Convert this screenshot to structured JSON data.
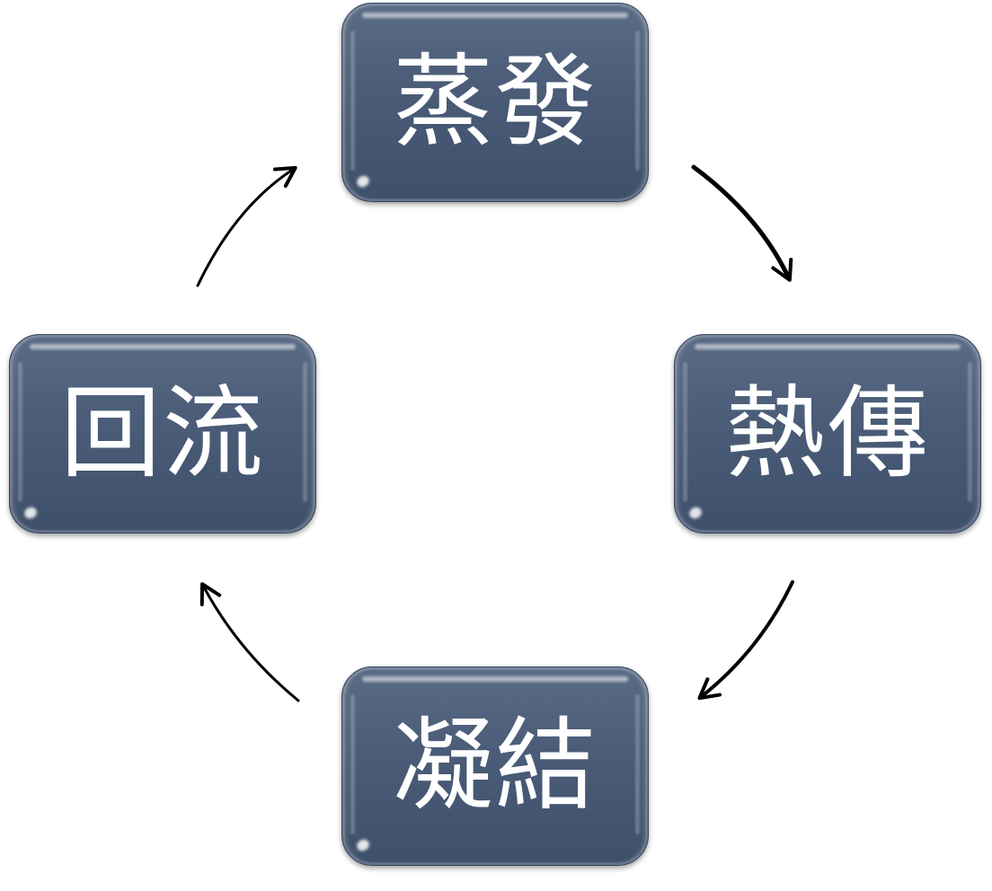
{
  "diagram": {
    "nodes": {
      "top": {
        "label": "蒸發"
      },
      "right": {
        "label": "熱傳"
      },
      "bottom": {
        "label": "凝結"
      },
      "left": {
        "label": "回流"
      }
    },
    "flow": [
      "蒸發",
      "熱傳",
      "凝結",
      "回流"
    ],
    "node_fill_color": "#4b5d78",
    "text_color": "#ffffff",
    "arrow_color": "#000000"
  }
}
